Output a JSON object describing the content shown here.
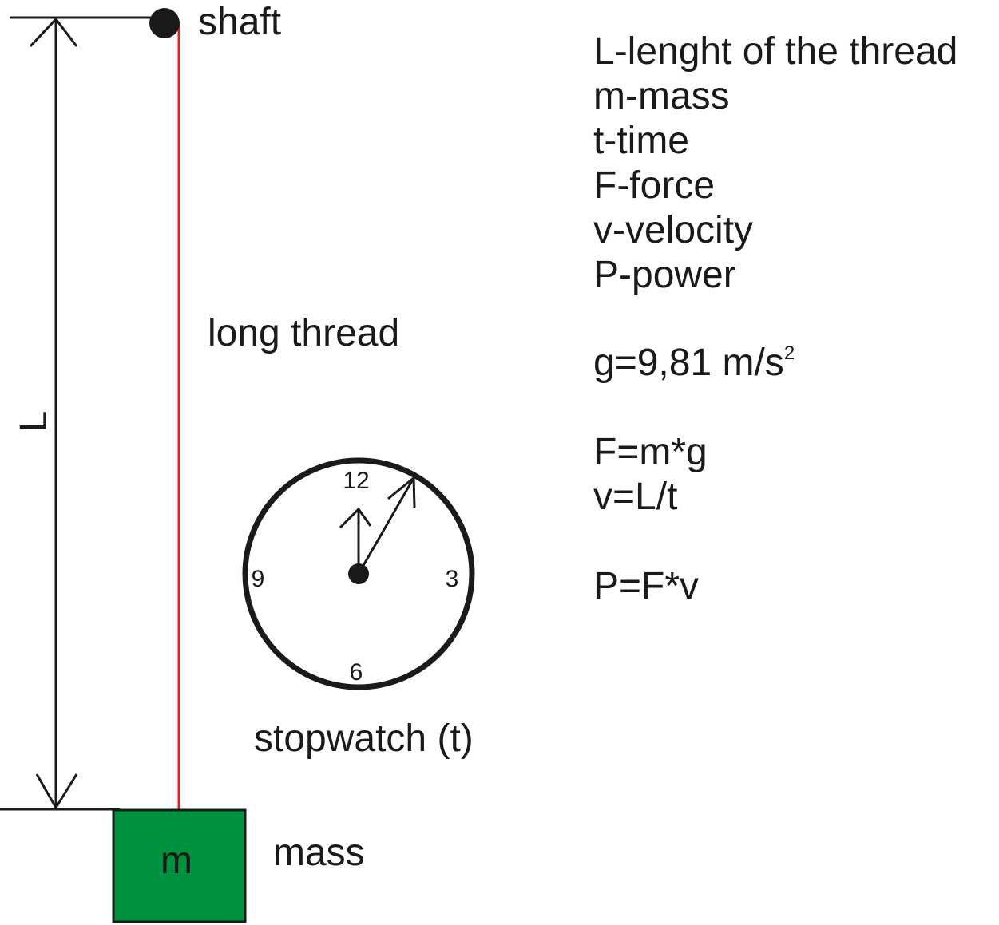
{
  "diagram": {
    "labels": {
      "shaft": "shaft",
      "long_thread": "long thread",
      "length_symbol": "L",
      "stopwatch": "stopwatch (t)",
      "mass_symbol": "m",
      "mass": "mass"
    },
    "clock_numbers": {
      "n12": "12",
      "n3": "3",
      "n6": "6",
      "n9": "9"
    },
    "colors": {
      "thread": "#d42a2a",
      "mass_fill": "#00923f",
      "ink": "#1a1a1a"
    }
  },
  "legend": {
    "definitions": [
      "L-lenght of the thread",
      "m-mass",
      "t-time",
      "F-force",
      "v-velocity",
      "P-power"
    ],
    "gravity": "g=9,81 m/s",
    "gravity_exponent": "2",
    "formulas": [
      "F=m*g",
      "v=L/t"
    ],
    "power_formula": "P=F*v"
  }
}
